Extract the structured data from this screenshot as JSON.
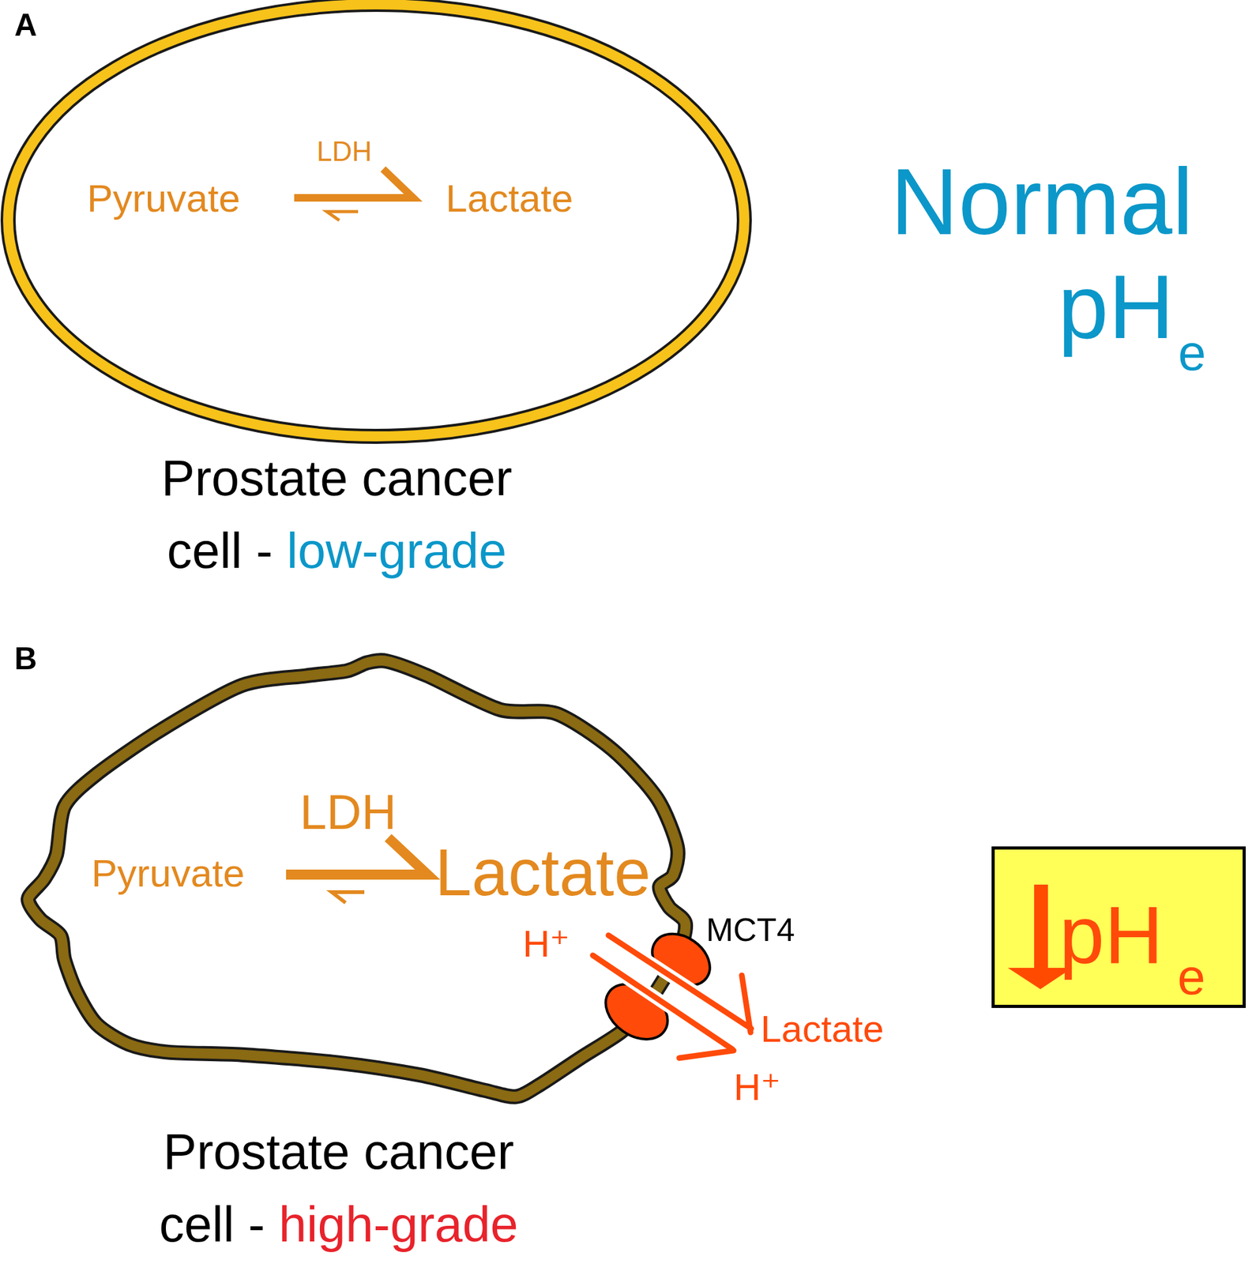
{
  "diagram": {
    "nodes": [
      {
        "text": [
          "Prostate cancer cell -",
          "low-grade"
        ]
      },
      {
        "text": [
          "Prostate cancer cell -",
          "high-grade"
        ]
      },
      {
        "text": [
          "MCT4"
        ]
      },
      {
        "text": [
          "pH",
          "e"
        ]
      }
    ],
    "labels": [
      "A",
      "LDH",
      "Pyruvate",
      "Lactate",
      "Normal",
      "pH",
      "e",
      "B",
      "LDH",
      "Pyruvate",
      "Lactate",
      "H⁺",
      "Lactate",
      "H⁺"
    ]
  }
}
